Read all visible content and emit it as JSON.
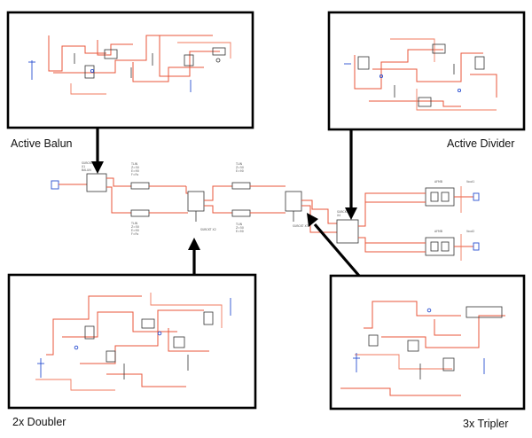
{
  "labels": {
    "active_balun": "Active Balun",
    "active_divider": "Active Divider",
    "doubler": "2x Doubler",
    "tripler": "3x Tripler"
  },
  "colors": {
    "wire": "#e8553a",
    "component": "#333333",
    "accent": "#2a4fd0",
    "frame": "#000000"
  }
}
